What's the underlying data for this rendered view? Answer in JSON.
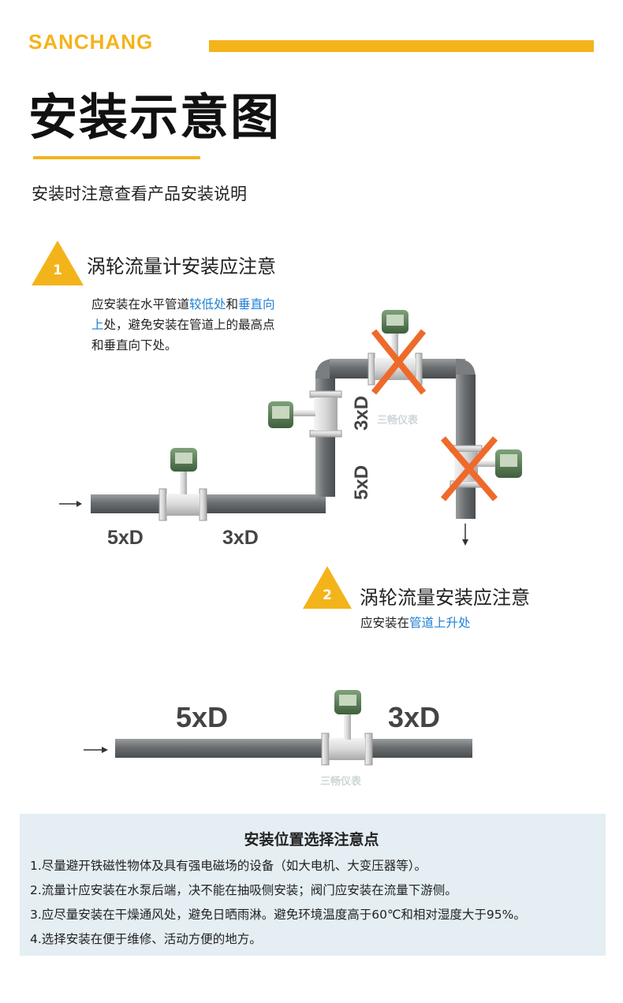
{
  "header": {
    "brand": "SANCHANG",
    "title": "安装示意图",
    "subtitle": "安装时注意查看产品安装说明"
  },
  "section1": {
    "number": "1",
    "heading": "涡轮流量计安装应注意",
    "note_line1_a": "应安装在水平管道",
    "note_line1_hl1": "较低处",
    "note_line1_b": "和",
    "note_line1_hl2": "垂直向",
    "note_line2_hl": "上",
    "note_line2_b": "处，避免安装在管道上的最高点",
    "note_line3": "和垂直向下处。",
    "labels": {
      "upstream": "5xD",
      "downstream": "3xD",
      "vertical_upper": "3xD",
      "vertical_lower": "5xD"
    },
    "watermark": "三畅仪表"
  },
  "section2": {
    "number": "2",
    "heading": "涡轮流量安装应注意",
    "note_a": "应安装在",
    "note_hl": "管道上升处",
    "labels": {
      "upstream": "5xD",
      "downstream": "3xD"
    },
    "watermark": "三畅仪表"
  },
  "tips": {
    "title": "安装位置选择注意点",
    "items": [
      "1.尽量避开铁磁性物体及具有强电磁场的设备（如大电机、大变压器等）。",
      "2.流量计应安装在水泵后端，决不能在抽吸侧安装；阀门应安装在流量下游侧。",
      "3.应尽量安装在干燥通风处，避免日晒雨淋。避免环境温度高于60℃和相对湿度大于95%。",
      "4.选择安装在便于维修、活动方便的地方。"
    ]
  },
  "colors": {
    "accent": "#f3b41b",
    "highlight": "#1f7fd6",
    "cross": "#ee6a2b",
    "pipe": "#707475",
    "panel": "#e4eef3"
  },
  "icons": [
    "warning-triangle-icon",
    "flow-arrow-icon",
    "cross-mark-icon",
    "flowmeter-icon"
  ]
}
